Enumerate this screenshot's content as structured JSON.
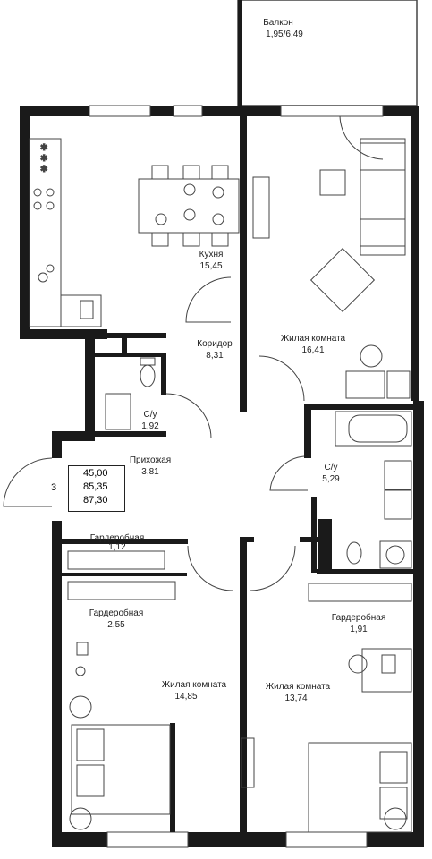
{
  "apartment": {
    "rooms": "3",
    "areas": [
      "45,00",
      "85,35",
      "87,30"
    ]
  },
  "rooms": {
    "balcony": {
      "name": "Балкон",
      "area": "1,95/6,49"
    },
    "kitchen": {
      "name": "Кухня",
      "area": "15,45"
    },
    "corridor": {
      "name": "Коридор",
      "area": "8,31"
    },
    "living1": {
      "name": "Жилая комната",
      "area": "16,41"
    },
    "wc1": {
      "name": "С/у",
      "area": "1,92"
    },
    "hall": {
      "name": "Прихожая",
      "area": "3,81"
    },
    "wc2": {
      "name": "С/у",
      "area": "5,29"
    },
    "wardrobe1": {
      "name": "Гардеробная",
      "area": "1,12"
    },
    "wardrobe2": {
      "name": "Гардеробная",
      "area": "2,55"
    },
    "wardrobe3": {
      "name": "Гардеробная",
      "area": "1,91"
    },
    "living2": {
      "name": "Жилая комната",
      "area": "14,85"
    },
    "living3": {
      "name": "Жилая комната",
      "area": "13,74"
    }
  },
  "colors": {
    "wall": "#1a1a1a",
    "line": "#444444",
    "accent": "#f5f5f5"
  }
}
